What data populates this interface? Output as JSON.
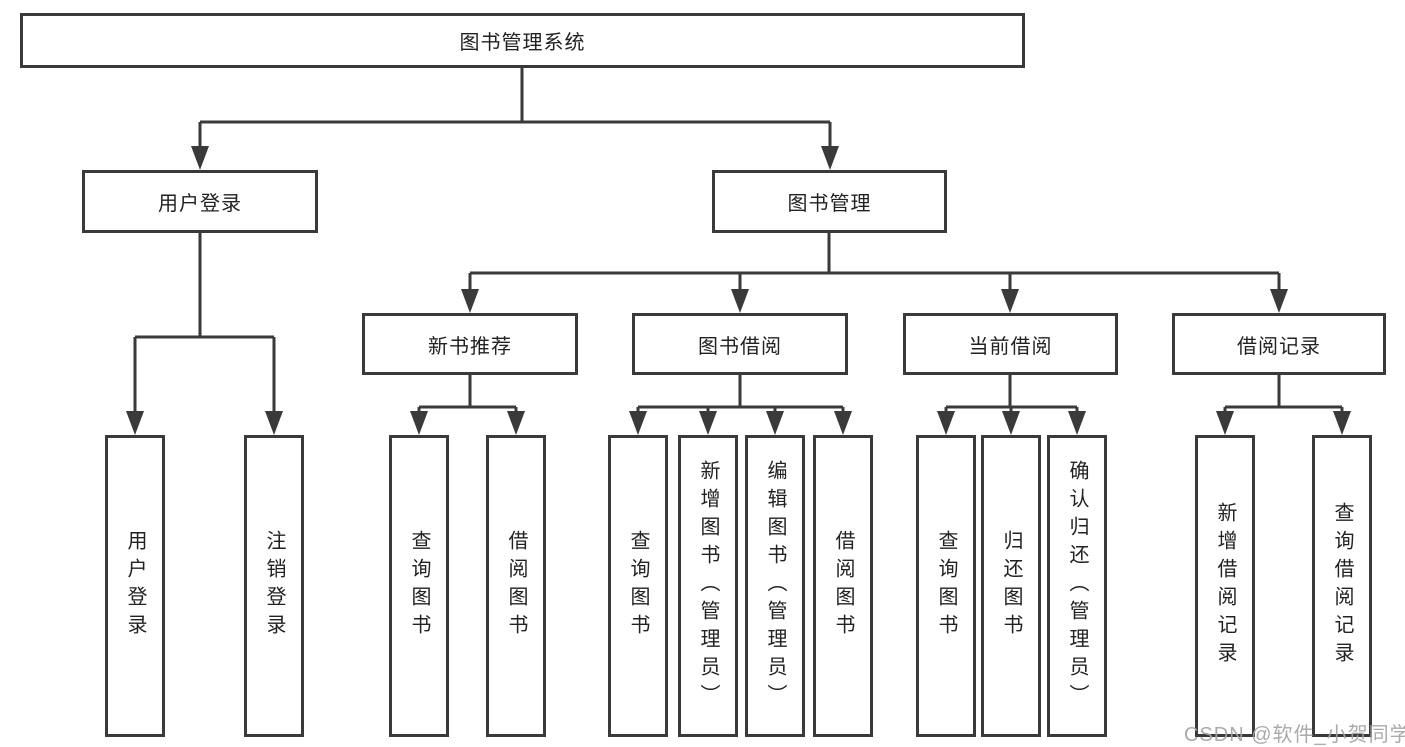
{
  "colors": {
    "line": "#3a3a3a",
    "text": "#222222",
    "watermark": "#a3a3a3"
  },
  "watermark": "CSDN @软件_小贺同学",
  "tree": {
    "label": "图书管理系统",
    "children": [
      {
        "label": "用户登录",
        "children": [
          {
            "label": "用户登录"
          },
          {
            "label": "注销登录"
          }
        ]
      },
      {
        "label": "图书管理",
        "children": [
          {
            "label": "新书推荐",
            "children": [
              {
                "label": "查询图书"
              },
              {
                "label": "借阅图书"
              }
            ]
          },
          {
            "label": "图书借阅",
            "children": [
              {
                "label": "查询图书"
              },
              {
                "label": "新增图书（管理员）"
              },
              {
                "label": "编辑图书（管理员）"
              },
              {
                "label": "借阅图书"
              }
            ]
          },
          {
            "label": "当前借阅",
            "children": [
              {
                "label": "查询图书"
              },
              {
                "label": "归还图书"
              },
              {
                "label": "确认归还（管理员）"
              }
            ]
          },
          {
            "label": "借阅记录",
            "children": [
              {
                "label": "新增借阅记录"
              },
              {
                "label": "查询借阅记录"
              }
            ]
          }
        ]
      }
    ]
  }
}
